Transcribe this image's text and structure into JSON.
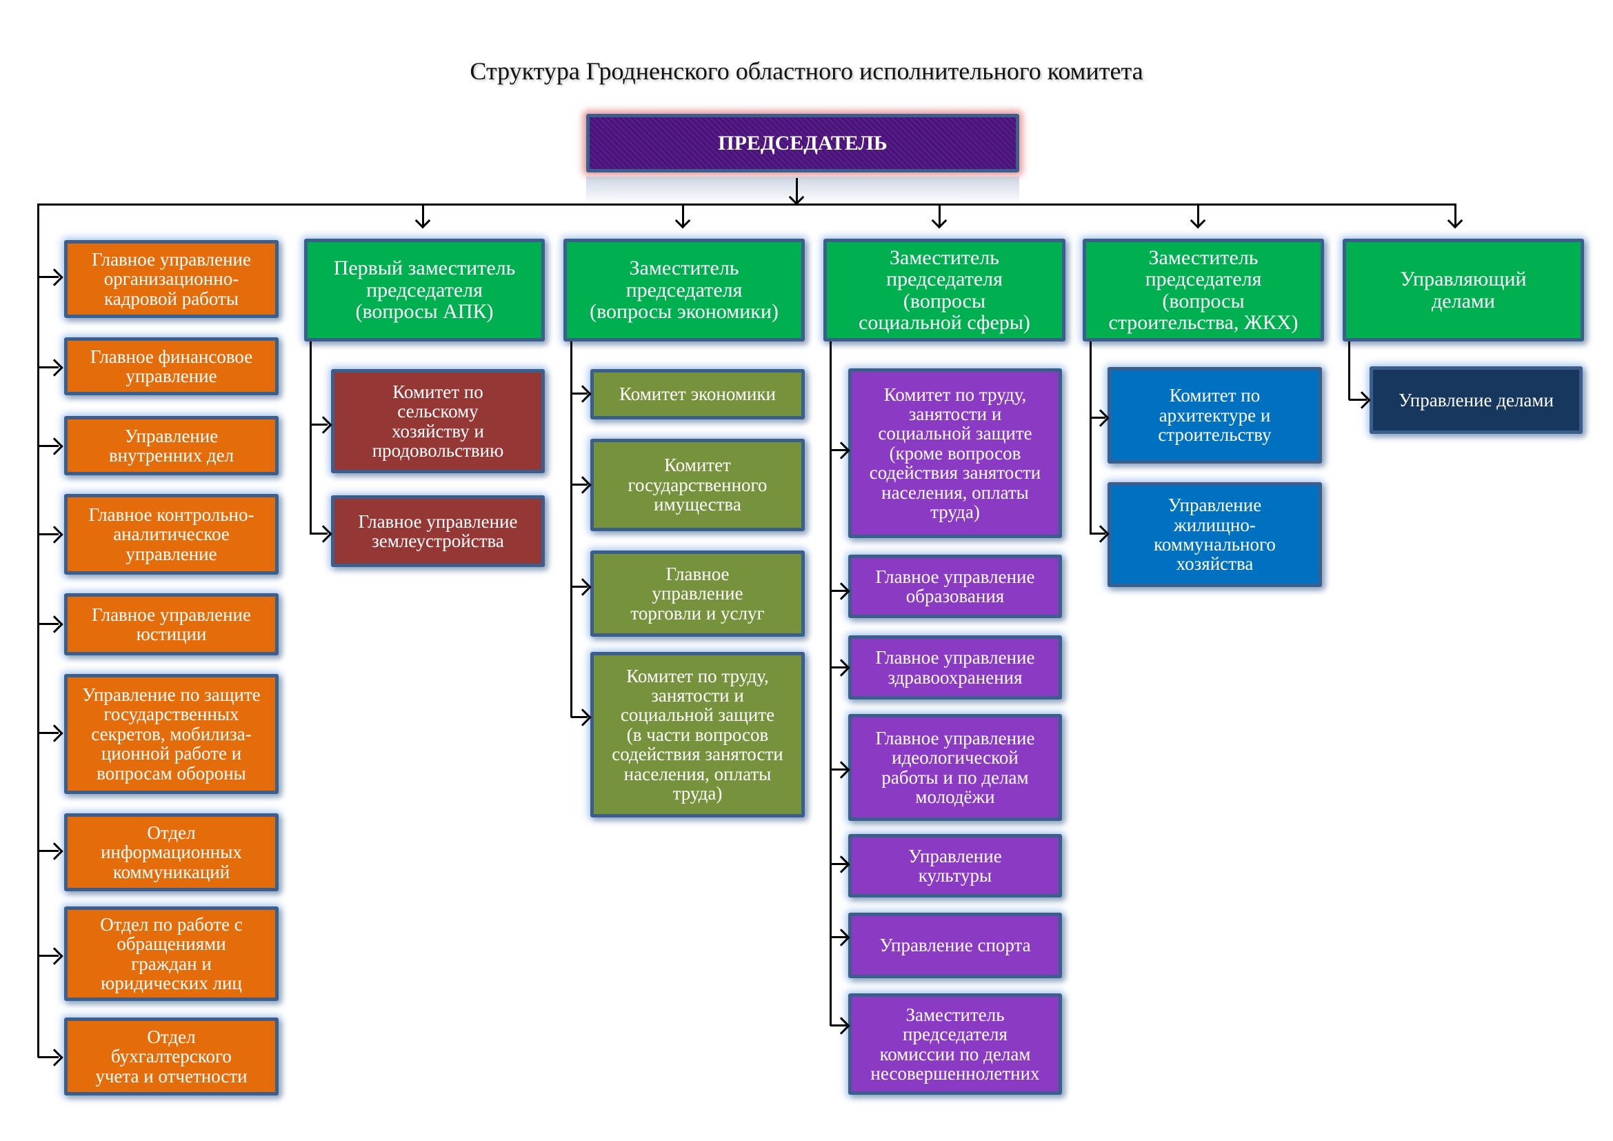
{
  "title": "Структура Гродненского областного исполнительного комитета",
  "chairman": "ПРЕДСЕДАТЕЛЬ",
  "colors": {
    "chairman": "#4a1578",
    "deputy": "#00b050",
    "direct_units": "#e46c0a",
    "apk": "#953735",
    "economy": "#76923c",
    "social": "#8b3ac4",
    "construction": "#0070c0",
    "affairs": "#17375e",
    "border": "#3b5e8c"
  },
  "direct_units": [
    "Главное управление\nорганизационно-\nкадровой работы",
    "Главное финансовое\nуправление",
    "Управление\nвнутренних дел",
    "Главное контрольно-\nаналитическое\nуправление",
    "Главное управление\nюстиции",
    "Управление по защите\nгосударственных\nсекретов, мобилиза-\nционной работе и\nвопросам обороны",
    "Отдел\nинформационных\nкоммуникаций",
    "Отдел по работе с\nобращениями\nграждан и\nюридических лиц",
    "Отдел\nбухгалтерского\nучета и отчетности"
  ],
  "deputies": [
    {
      "title": "Первый заместитель\nпредседателя\n(вопросы АПК)",
      "units": [
        "Комитет по\nсельскому\nхозяйству и\nпродовольствию",
        "Главное управление\nземлеустройства"
      ]
    },
    {
      "title": "Заместитель\nпредседателя\n(вопросы экономики)",
      "units": [
        "Комитет экономики",
        "Комитет\nгосударственного\nимущества",
        "Главное\nуправление\nторговли и услуг",
        "Комитет по труду,\nзанятости и\nсоциальной защите\n(в части вопросов\nсодействия занятости\nнаселения, оплаты\nтруда)"
      ]
    },
    {
      "title": "Заместитель\nпредседателя\n(вопросы\nсоциальной сферы)",
      "units": [
        "Комитет по труду,\nзанятости и\nсоциальной защите\n(кроме вопросов\nсодействия занятости\nнаселения, оплаты\nтруда)",
        "Главное управление\nобразования",
        "Главное управление\nздравоохранения",
        "Главное управление\nидеологической\nработы и по делам\nмолодёжи",
        "Управление\nкультуры",
        "Управление спорта",
        "Заместитель\nпредседателя\nкомиссии по делам\nнесовершеннолетних"
      ]
    },
    {
      "title": "Заместитель\nпредседателя\n(вопросы\nстроительства, ЖКХ)",
      "units": [
        "Комитет по\nархитектуре и\nстроительству",
        "Управление\nжилищно-\nкоммунального\nхозяйства"
      ]
    },
    {
      "title": "Управляющий\nделами",
      "units": [
        "Управление делами"
      ]
    }
  ]
}
